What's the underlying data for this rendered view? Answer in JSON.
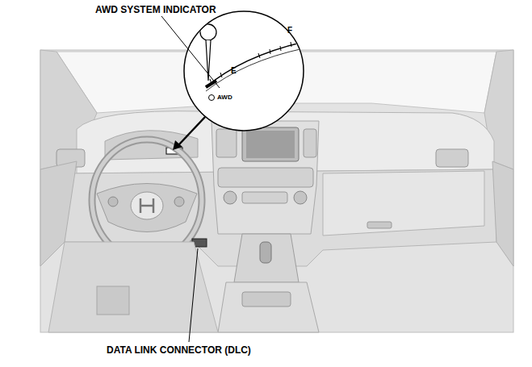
{
  "diagram": {
    "labels": [
      "AWD SYSTEM INDICATOR",
      "F",
      "E",
      "AWD",
      "DATA LINK CONNECTOR (DLC)"
    ]
  }
}
